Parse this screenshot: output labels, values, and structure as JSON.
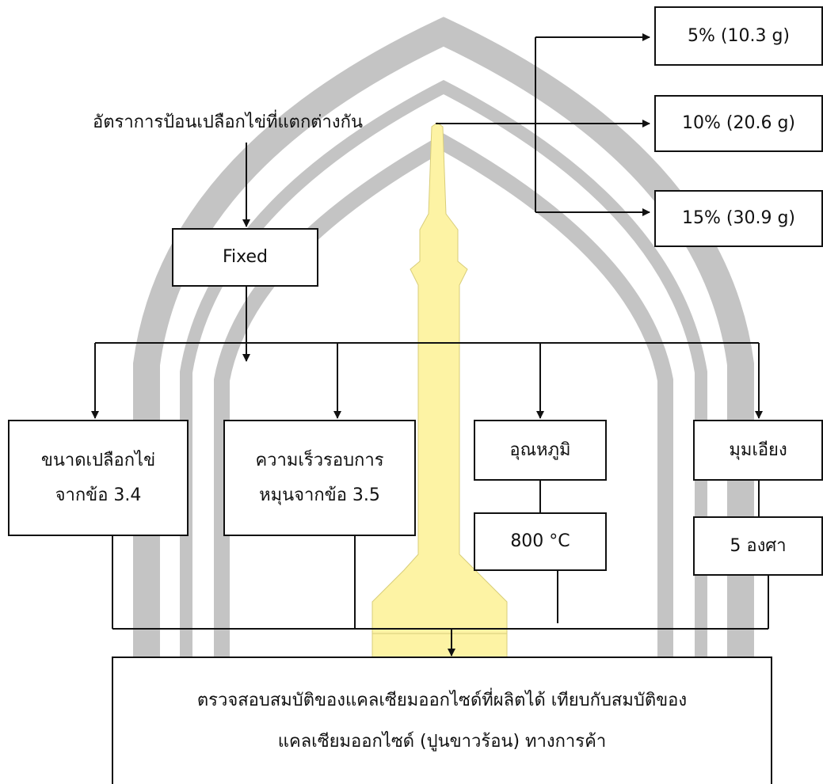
{
  "diagram": {
    "feed_rate_label": "อัตราการป้อนเปลือกไข่ที่แตกต่างกัน",
    "feed_options": [
      "5% (10.3 g)",
      "10% (20.6 g)",
      "15% (30.9 g)"
    ],
    "fixed_label": "Fixed",
    "shell_size": {
      "line1": "ขนาดเปลือกไข่",
      "line2": "จากข้อ 3.4"
    },
    "rotation_speed": {
      "line1": "ความเร็วรอบการ",
      "line2": "หมุนจากข้อ 3.5"
    },
    "temperature": {
      "label": "อุณหภูมิ",
      "value": "800 °C"
    },
    "tilt_angle": {
      "label": "มุมเอียง",
      "value": "5 องศา"
    },
    "result": {
      "line1": "ตรวจสอบสมบัติของแคลเซียมออกไซด์ที่ผลิตได้ เทียบกับสมบัติของ",
      "line2": "แคลเซียมออกไซด์ (ปูนขาวร้อน) ทางการค้า"
    }
  },
  "colors": {
    "watermark_gray": "#c4c4c4",
    "watermark_yellow": "#fdf3a4",
    "line": "#111111"
  }
}
